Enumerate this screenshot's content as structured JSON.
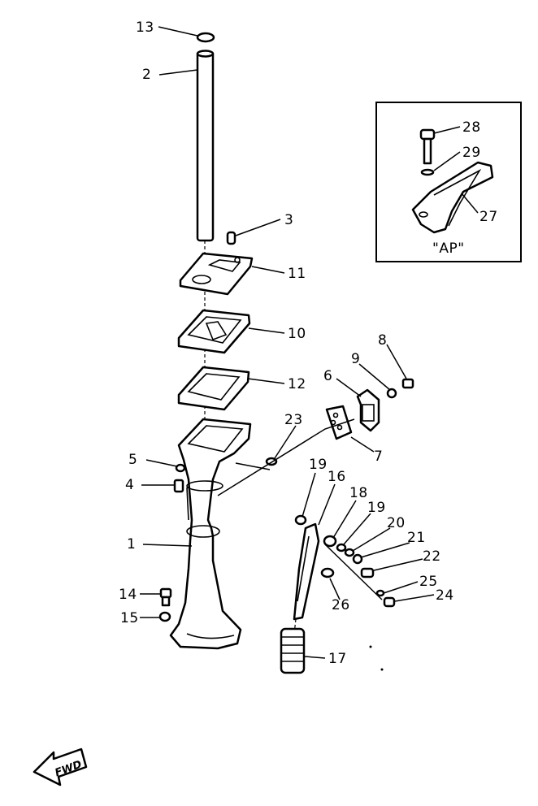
{
  "callouts": {
    "c1": "1",
    "c2": "2",
    "c3": "3",
    "c4": "4",
    "c5": "5",
    "c6": "6",
    "c7": "7",
    "c8": "8",
    "c9": "9",
    "c10": "10",
    "c11": "11",
    "c12": "12",
    "c13": "13",
    "c14": "14",
    "c15": "15",
    "c16": "16",
    "c17": "17",
    "c18": "18",
    "c19a": "19",
    "c19b": "19",
    "c20": "20",
    "c21": "21",
    "c22": "22",
    "c23": "23",
    "c24": "24",
    "c25": "25",
    "c26": "26",
    "c27": "27",
    "c28": "28",
    "c29": "29"
  },
  "inset": {
    "label": "\"AP\""
  },
  "direction": {
    "label": "FWD"
  }
}
